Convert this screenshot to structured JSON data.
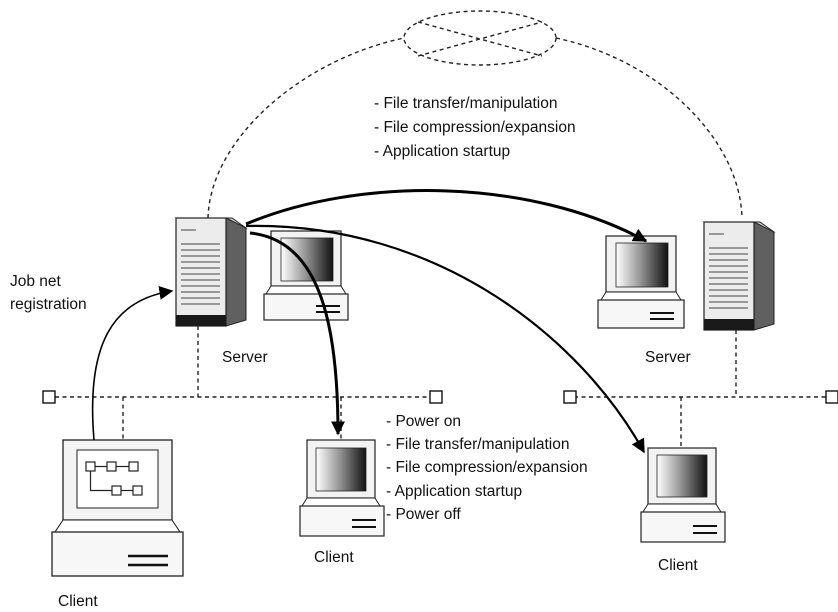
{
  "labels": {
    "job_net_line1": "Job net",
    "job_net_line2": "registration",
    "server_left": "Server",
    "server_right": "Server",
    "client_left": "Client",
    "client_middle": "Client",
    "client_right": "Client"
  },
  "server_tasks": [
    "- File transfer/manipulation",
    "- File compression/expansion",
    "- Application startup"
  ],
  "client_tasks": [
    "- Power on",
    "- File transfer/manipulation",
    "- File compression/expansion",
    "- Application startup",
    "- Power off"
  ]
}
